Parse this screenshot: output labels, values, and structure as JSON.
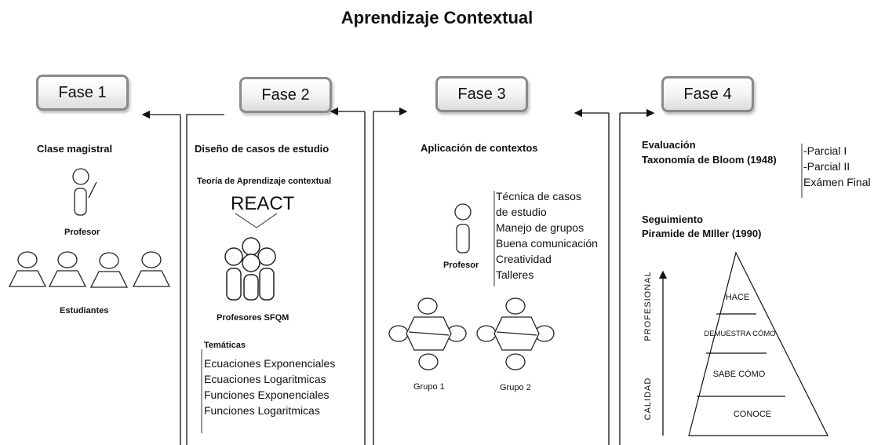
{
  "title": "Aprendizaje Contextual",
  "phases": [
    {
      "label": "Fase 1"
    },
    {
      "label": "Fase 2"
    },
    {
      "label": "Fase 3"
    },
    {
      "label": "Fase 4"
    }
  ],
  "fase1": {
    "heading": "Clase magistral",
    "teacher_label": "Profesor",
    "students_label": "Estudiantes"
  },
  "fase2": {
    "heading": "Diseño de casos de estudio",
    "theory": "Teoría de Aprendizaje contextual",
    "react": "REACT",
    "teachers_label": "Profesores SFQM",
    "topics_heading": "Temáticas",
    "topics": [
      "Ecuaciones Exponenciales",
      "Ecuaciones Logaritmicas",
      "Funciones Exponenciales",
      "Funciones Logaritmicas"
    ]
  },
  "fase3": {
    "heading": "Aplicación de contextos",
    "teacher_label": "Profesor",
    "items": [
      "Técnica de casos",
      "de estudio",
      "Manejo de grupos",
      "Buena comunicación",
      " Creatividad",
      "Talleres"
    ],
    "group1": "Grupo 1",
    "group2": "Grupo 2"
  },
  "fase4": {
    "eval_heading": "Evaluación",
    "bloom": "Taxonomía de Bloom (1948)",
    "exams": [
      "-Parcial I",
      "-Parcial II",
      "Exámen Final"
    ],
    "follow_heading": "Seguimiento",
    "miller": "Piramide de MIller (1990)",
    "axis_profesional": "PROFESIONAL",
    "axis_calidad": "CALIDAD",
    "pyramid": [
      "HACE",
      "DEMUESTRA CÓMO",
      "SABE CÓMO",
      "CONOCE"
    ]
  }
}
